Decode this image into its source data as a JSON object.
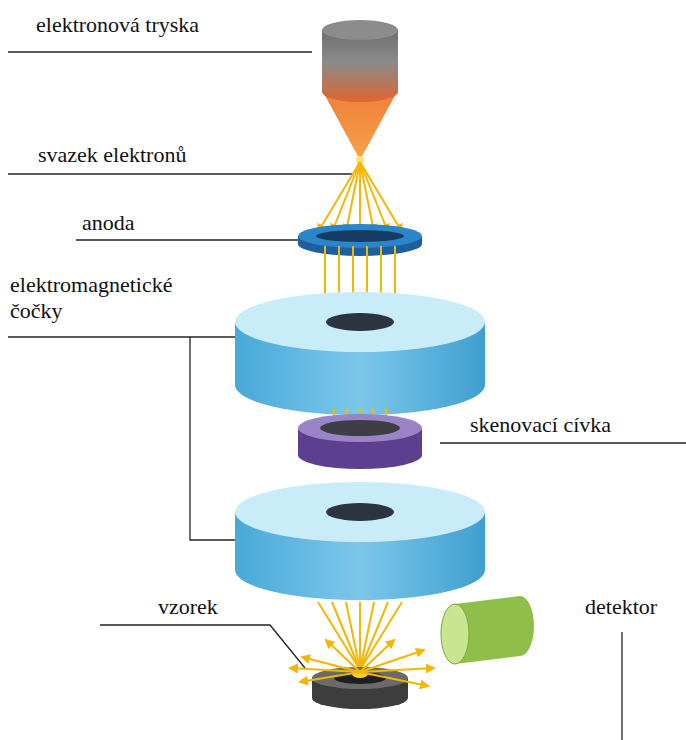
{
  "diagram": {
    "labels": [
      "elektronová tryska",
      "svazek elektronů",
      "anoda",
      "elektromagnetické čočky",
      "skenovací cívka",
      "vzorek",
      "detektor"
    ]
  }
}
